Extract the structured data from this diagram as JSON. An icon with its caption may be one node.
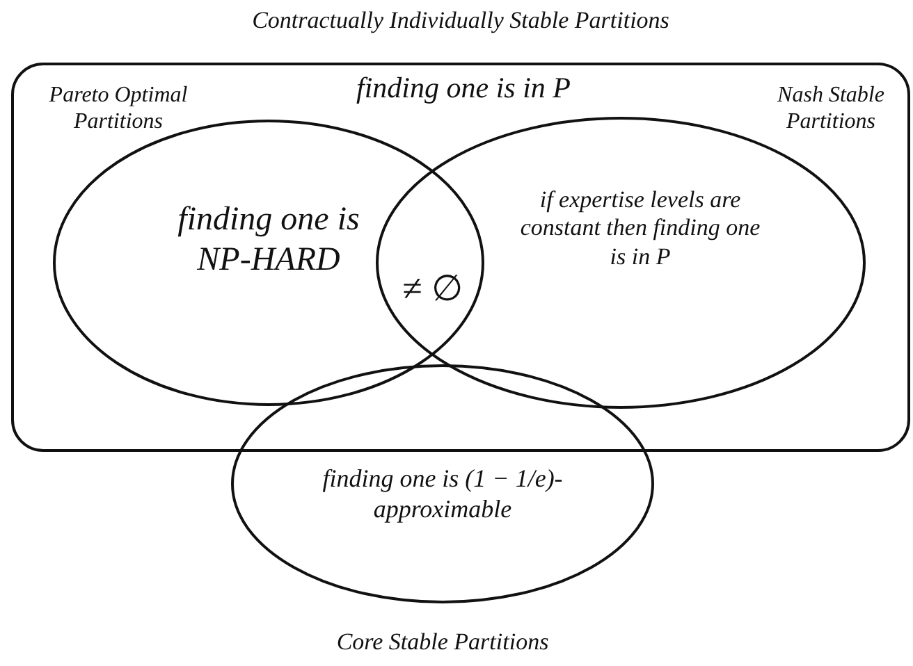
{
  "diagram": {
    "nodes": [
      {
        "text": [
          "Contractually Individually Stable Partitions",
          "finding one is in P"
        ]
      },
      {
        "text": [
          "Pareto Optimal Partitions",
          "finding one is NP-HARD"
        ],
        "in": 0
      },
      {
        "text": [
          "Nash Stable Partitions",
          "if expertise levels are constant then finding one is in P"
        ],
        "in": 0
      },
      {
        "text": [
          "finding one is (1 − 1/e)-approximable",
          "Core Stable Partitions"
        ]
      }
    ],
    "edges": [],
    "labels": [
      "≠ ∅"
    ]
  }
}
